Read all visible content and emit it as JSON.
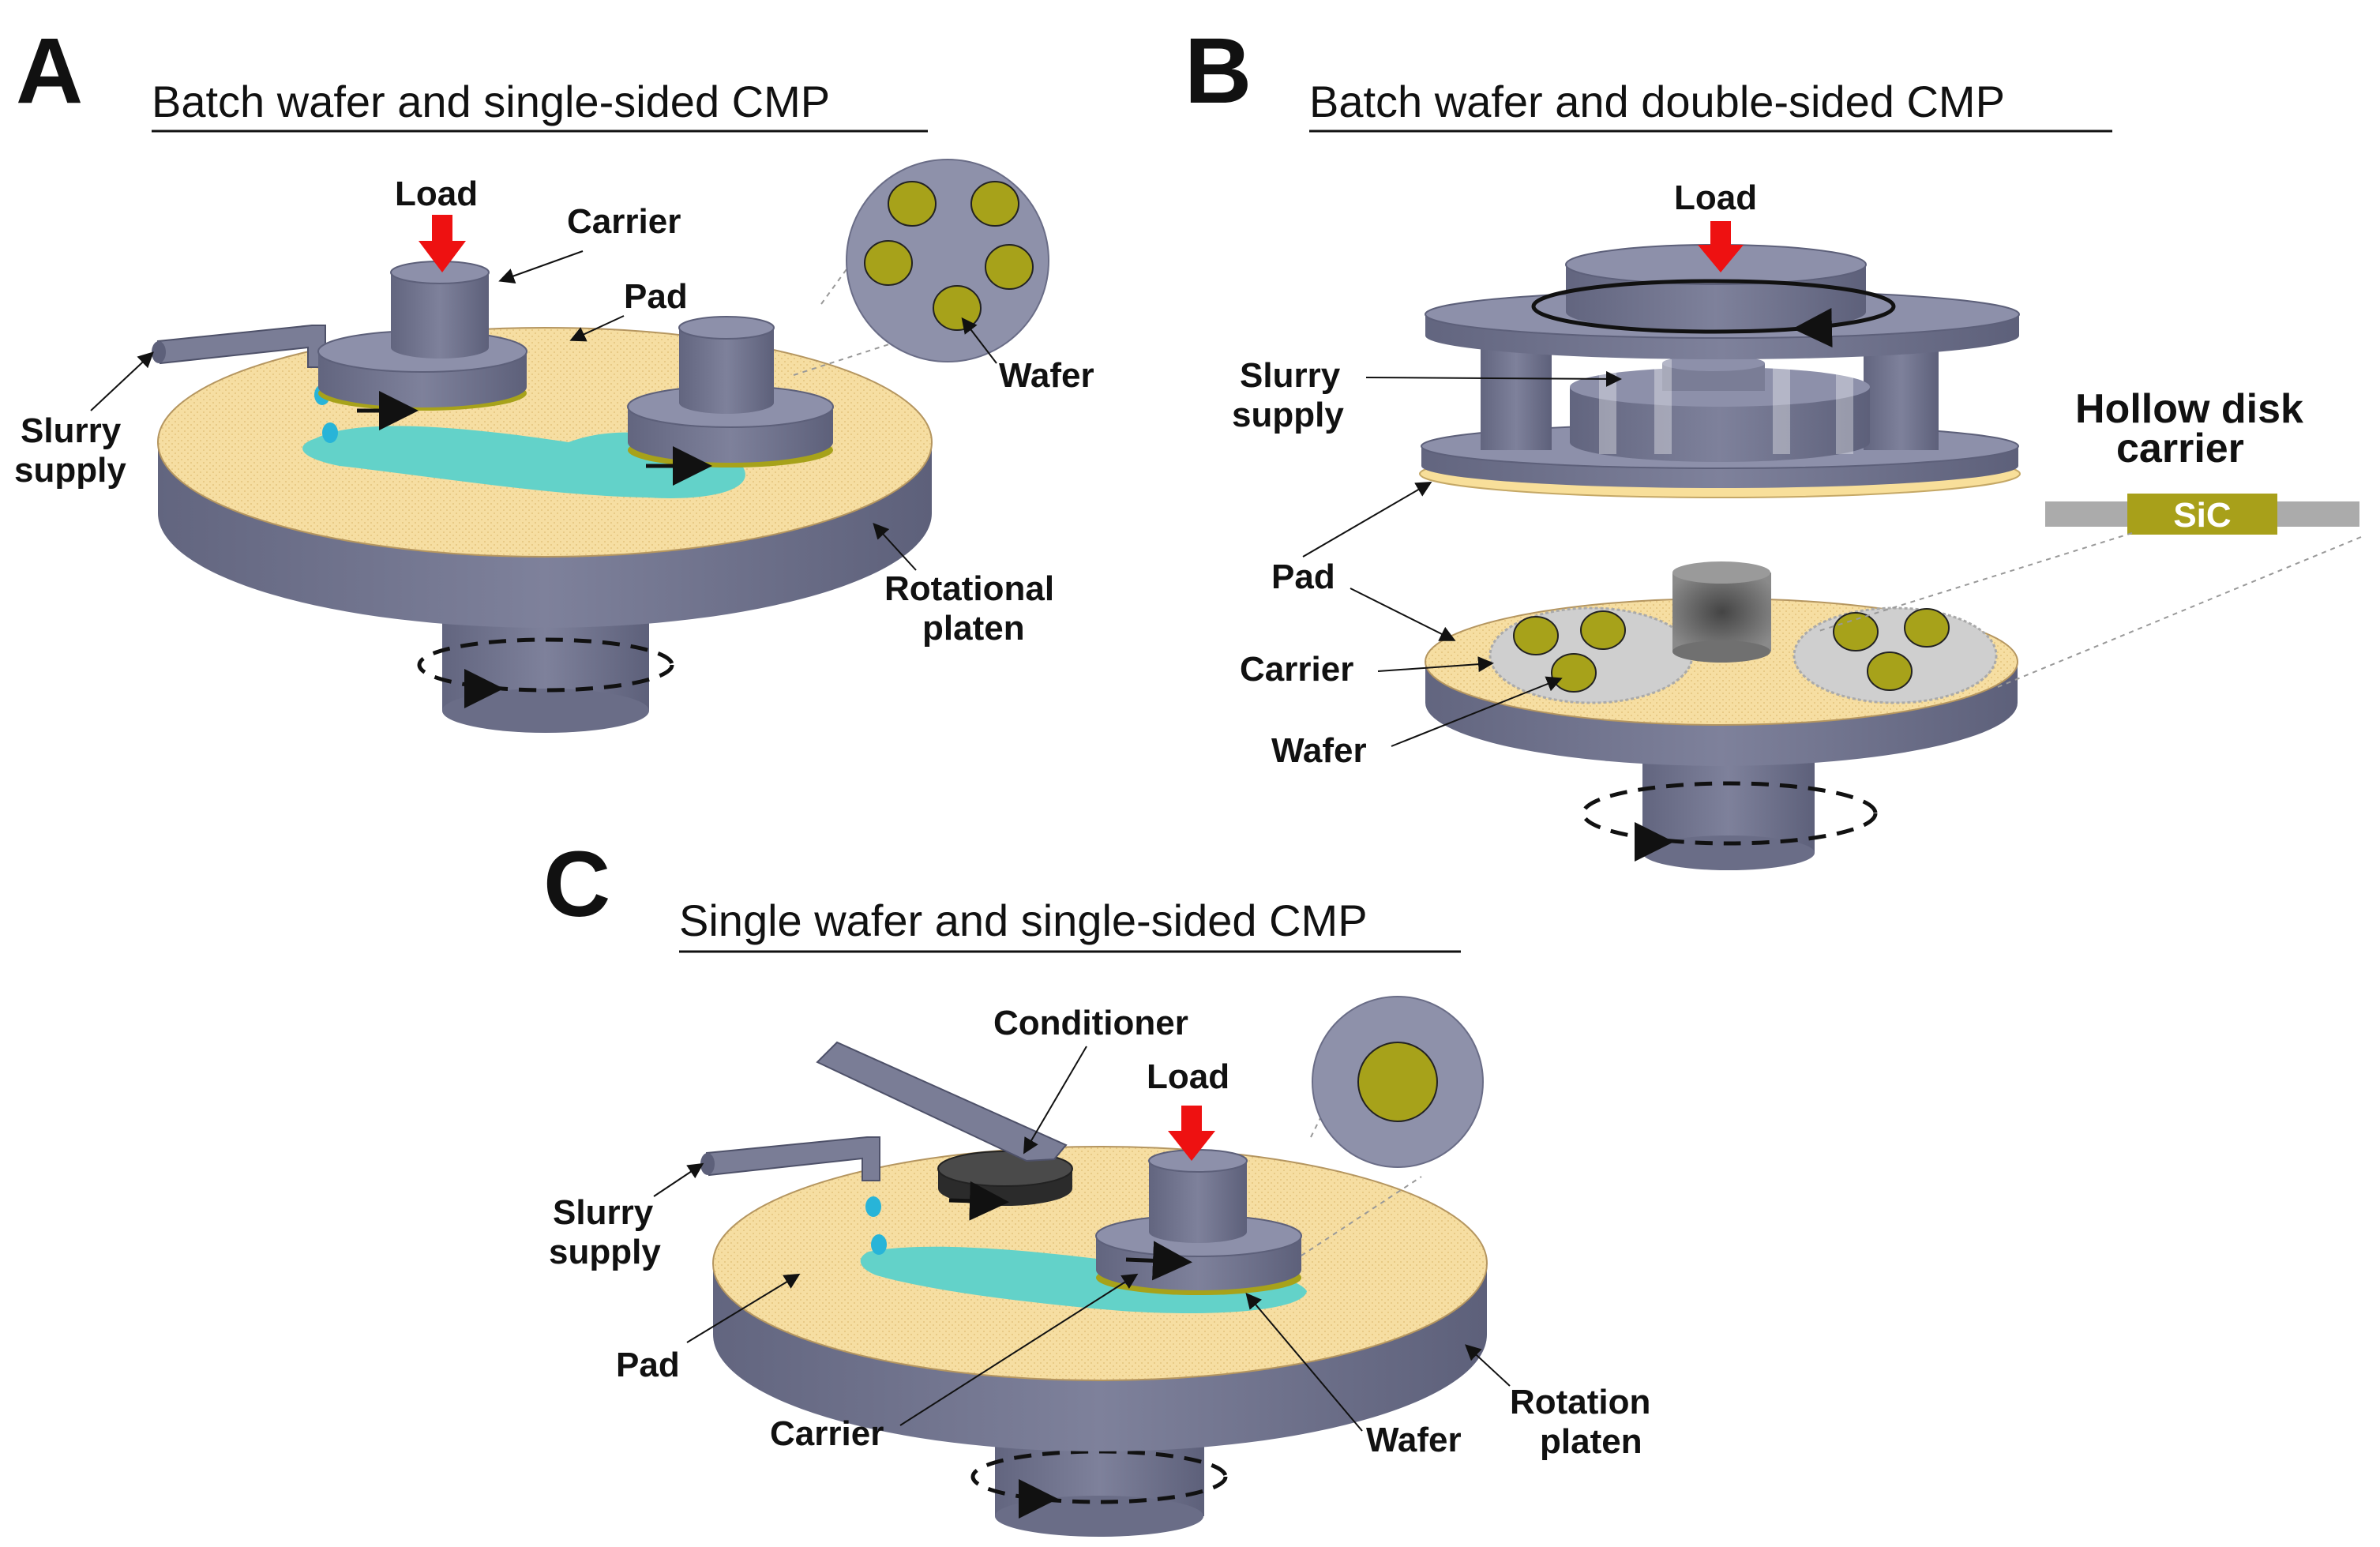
{
  "colors": {
    "metal": "#7a7d96",
    "metal_top": "#8d90aa",
    "metal_dark": "#5d607a",
    "pad": "#f6dea2",
    "slurry": "#63d2c9",
    "wafer": "#a7a21a",
    "load_arrow": "#ee1111",
    "hollow_carrier": "#cfcfcf",
    "sic_block": "#a8a01a",
    "carrier_bar": "#ababab"
  },
  "panels": {
    "a": {
      "letter": "A",
      "title": "Batch wafer and single-sided CMP",
      "labels": {
        "load": "Load",
        "carrier": "Carrier",
        "pad": "Pad",
        "wafer": "Wafer",
        "slurry_1": "Slurry",
        "slurry_2": "supply",
        "platen_1": "Rotational",
        "platen_2": "platen"
      }
    },
    "b": {
      "letter": "B",
      "title": "Batch wafer and double-sided CMP",
      "labels": {
        "load": "Load",
        "slurry_1": "Slurry",
        "slurry_2": "supply",
        "hollow_1": "Hollow disk",
        "hollow_2": "carrier",
        "sic": "SiC",
        "pad": "Pad",
        "carrier": "Carrier",
        "wafer": "Wafer"
      }
    },
    "c": {
      "letter": "C",
      "title": "Single wafer and single-sided CMP",
      "labels": {
        "conditioner": "Conditioner",
        "load": "Load",
        "slurry_1": "Slurry",
        "slurry_2": "supply",
        "pad": "Pad",
        "carrier": "Carrier",
        "wafer": "Wafer",
        "platen_1": "Rotation",
        "platen_2": "platen"
      }
    }
  }
}
